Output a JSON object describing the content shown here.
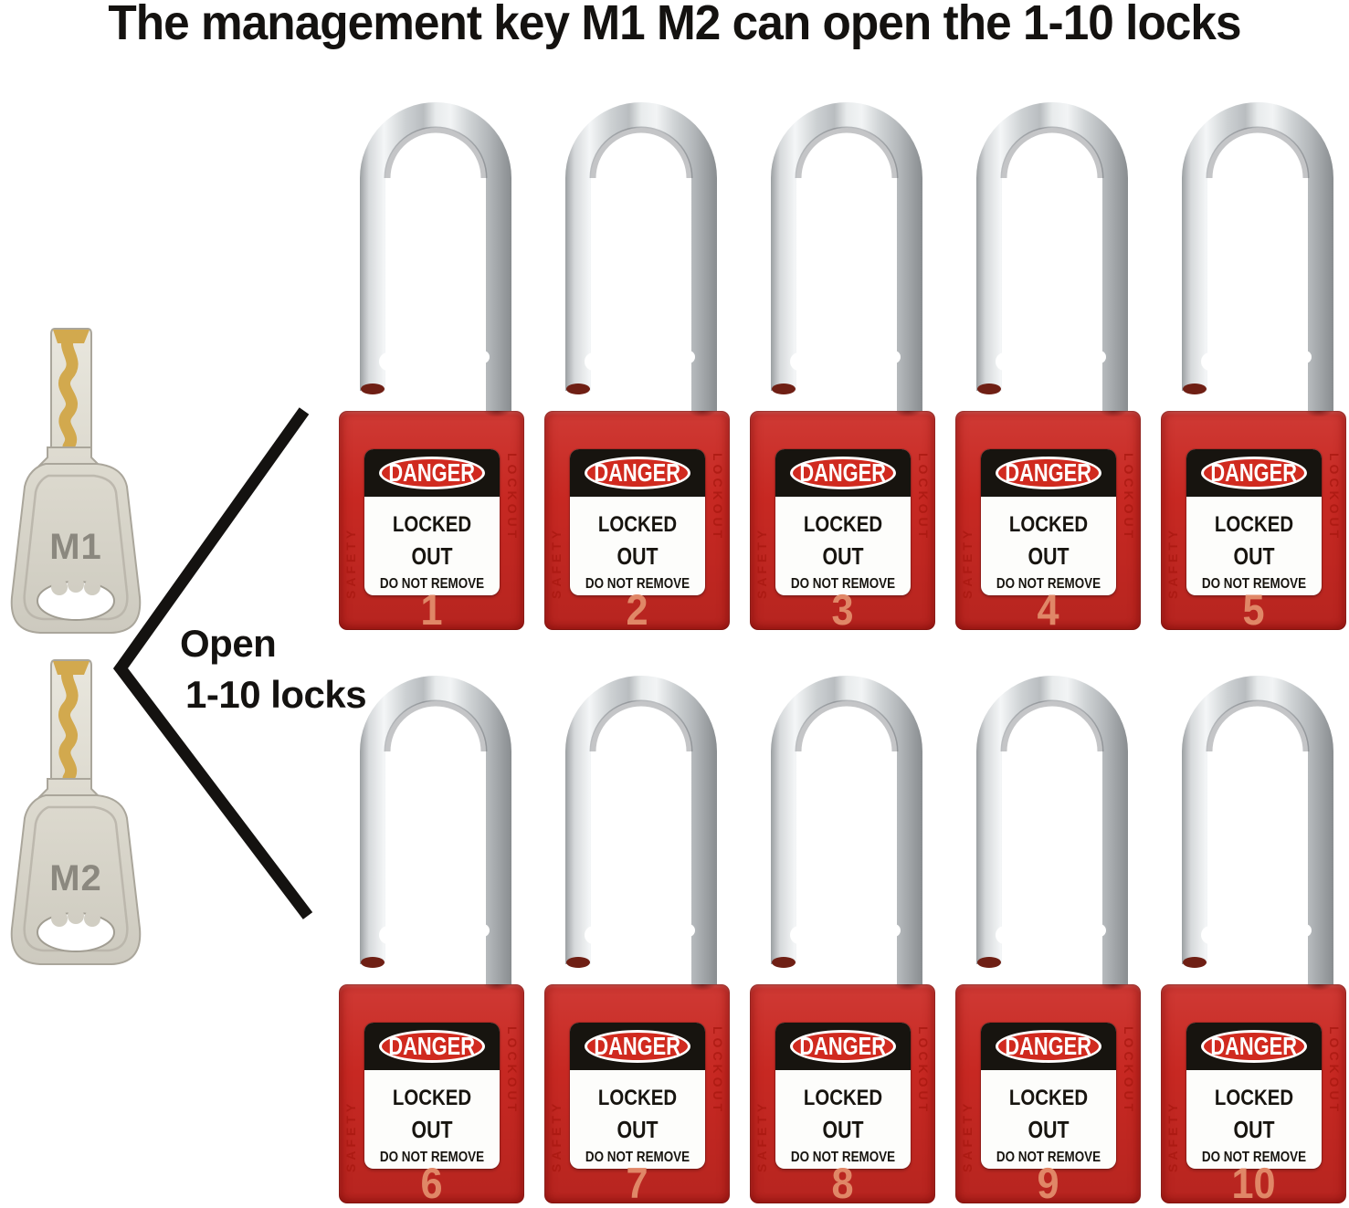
{
  "title": "The management key M1 M2 can open the 1-10 locks",
  "keys": [
    {
      "label": "M1"
    },
    {
      "label": "M2"
    }
  ],
  "annotation": {
    "line1": "Open",
    "line2": "1-10 locks"
  },
  "lock_label": {
    "danger": "DANGER",
    "line1": "LOCKED",
    "line2": "OUT",
    "line3": "DO NOT REMOVE",
    "side_left": "SAFETY",
    "side_right": "LOCKOUT"
  },
  "locks": [
    {
      "number": "1"
    },
    {
      "number": "2"
    },
    {
      "number": "3"
    },
    {
      "number": "4"
    },
    {
      "number": "5"
    },
    {
      "number": "6"
    },
    {
      "number": "7"
    },
    {
      "number": "8"
    },
    {
      "number": "9"
    },
    {
      "number": "10"
    }
  ],
  "colors": {
    "body_red": "#cb2923",
    "number": "#e08767",
    "danger_red": "#d02a1f",
    "emboss_red": "#a8170f",
    "line_black": "#141210",
    "key_silver": "#d8d5ca",
    "key_gold": "#d2a94e",
    "maroon_tip": "#6f1f14",
    "label_white": "#fdfdfb",
    "band_black": "#17140f"
  }
}
